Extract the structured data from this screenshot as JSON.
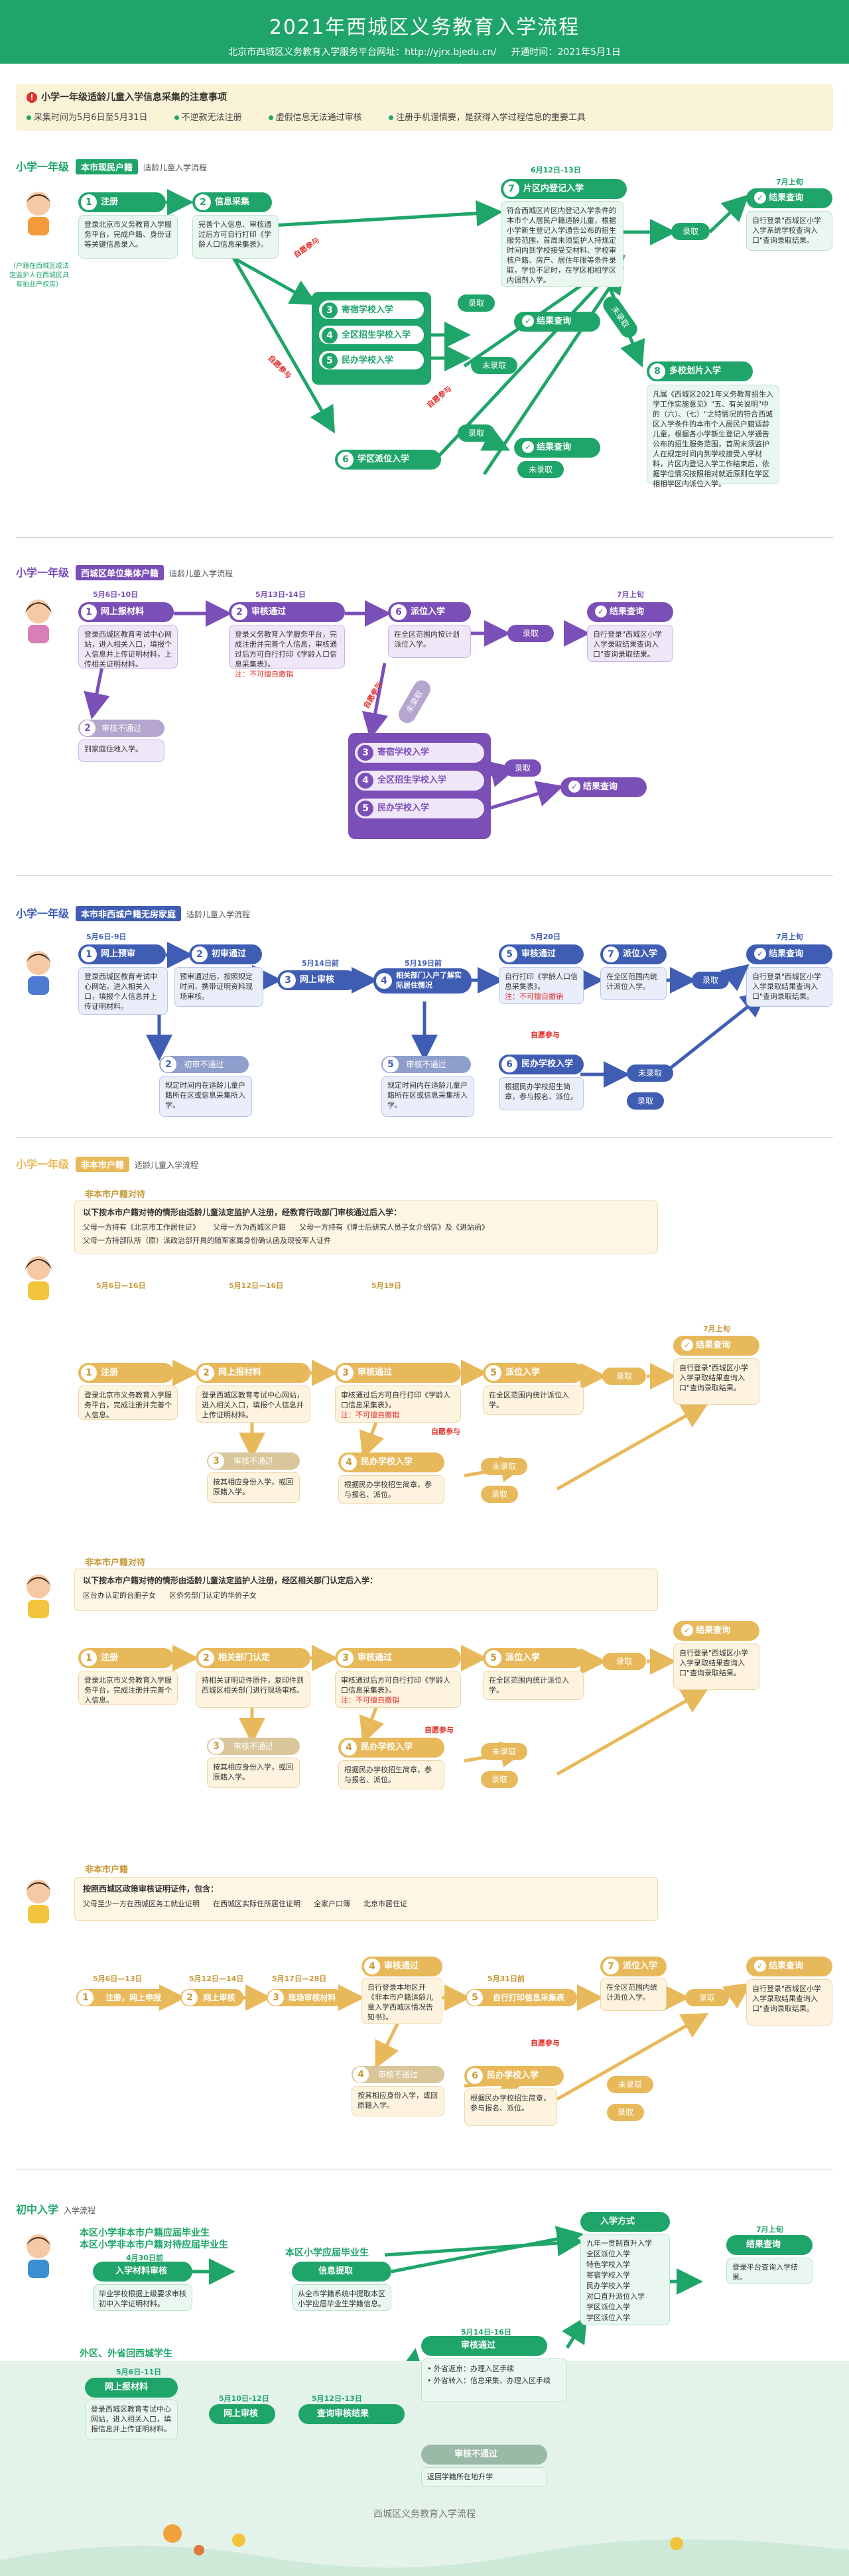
{
  "header": {
    "title": "2021年西城区义务教育入学流程",
    "platform_label": "北京市西城区义务教育入学服务平台网址：",
    "platform_url": "http://yjrx.bjedu.cn/",
    "open_label": "开通时间：",
    "open_date": "2021年5月1日"
  },
  "notice": {
    "title": "小学一年级适龄儿童入学信息采集的注意事项",
    "items": [
      "采集时间为5月6日至5月31日",
      "不逆款无法注册",
      "虚假信息无法通过审核",
      "注册手机谨慎要，是获得入学过程信息的重要工具"
    ]
  },
  "s1": {
    "title": "小学一年级",
    "tag": "本市现民户籍",
    "note": "适龄儿童入学流程",
    "avatar_caption": "（户籍在西城区或法定监护人在西城区具有拍业产权房）",
    "steps": {
      "register": "注册",
      "register_desc": "登录北京市义务教育入学服务平台，完成户籍、身份证等关键信息录入。",
      "collect": "信息采集",
      "collect_desc": "完善个人信息、审核通过后方可自行打印《学龄人口信息采集表》。",
      "date7": "6月12日-13日",
      "district": "片区内登记入学",
      "district_desc": "符合西城区片区内登记入学条件的本市个人居民户籍适龄儿童，根据小学新生登记入学通告公布的招生服务范围，首周末须监护人持规定时间内到学校接受交材料、学校审核户籍、房产、居住年限等条件录取，学位不足时，在学区相相学区内调剂入学。",
      "enroll": "录取",
      "result_date": "7月上旬",
      "result": "结果查询",
      "result_desc": "自行登录\"西城区小学入学系统学校查询入口\"查询录取结果。",
      "boarding": "寄宿学校入学",
      "citywide": "全区招生学校入学",
      "private": "民办学校入学",
      "admitted": "录取",
      "not_admitted": "未录取",
      "query": "结果查询",
      "school_district": "学区派位入学",
      "multi": "多校划片入学",
      "multi_desc": "凡属《西城区2021年义务教育招生入学工作实施意见》\"五、有关说明\"中的（六）、（七）\"之特情况的符合西城区入学条件的本市个人居民户籍适龄儿童，根据各小学新生登记入学通告公布的招生服务范围，首周末须监护人在规定时间内到学校接受入学材料，片区内登记入学工作结束后，依据学位情况按照相对就近原则在学区相相学区内派位入学。",
      "voluntary": "自愿参与",
      "not_admitted2": "未录取",
      "admitted2": "录取"
    }
  },
  "s2": {
    "title": "小学一年级",
    "tag": "西城区单位集体户籍",
    "note": "适龄儿童入学流程",
    "date1": "5月6日-10日",
    "online": "网上报材料",
    "online_desc": "登录西城区教育考试中心网站，进入相关入口，填报个人信息并上传证明材料，上传相关证明材料。",
    "date2": "5月13日-14日",
    "review": "审核通过",
    "review_desc": "登录义务教育入学服务平台，完成注册并完善个人信息，审核通过后方可自行打印《学龄人口信息采集表》。",
    "review_note": "注：不可擅自撤销",
    "assign": "派位入学",
    "assign_desc": "在全区范围内按计划派位入学。",
    "enroll": "录取",
    "result_date": "7月上旬",
    "result": "结果查询",
    "result_desc": "自行登录\"西城区小学入学录取结果查询入口\"查询录取结果。",
    "fail": "审核不通过",
    "fail_desc": "到家庭住地入学。",
    "voluntary": "自愿参与",
    "not_admitted": "未录取",
    "boarding": "寄宿学校入学",
    "citywide": "全区招生学校入学",
    "private": "民办学校入学",
    "admitted": "录取",
    "query": "结果查询"
  },
  "s3": {
    "title": "小学一年级",
    "tag": "本市非西城户籍无房家庭",
    "note": "适龄儿童入学流程",
    "date1": "5月6日-9日",
    "online": "网上预审",
    "online_desc": "登录西城区教育考试中心网站，进入相关入口，填报个人信息并上传证明材料。",
    "s2": "初审通过",
    "s2_desc": "预审通过后，按照规定时间，携带证明资料现场审核。",
    "date3": "5月14日前",
    "s3": "网上审核",
    "date4": "5月19日前",
    "s4": "相关部门入户了解实际居住情况",
    "date5": "5月20日",
    "s5": "审核通过",
    "s5_desc": "自行打印《学龄人口信息采集表》。",
    "s5_note": "注：不可擅自撤销",
    "s7": "派位入学",
    "s7_desc": "在全区范围内统计派位入学。",
    "enroll": "录取",
    "result_date": "7月上旬",
    "result": "结果查询",
    "result_desc": "自行登录\"西城区小学入学录取结果查询入口\"查询录取结果。",
    "fail1": "初审不通过",
    "fail1_desc": "规定时间内在适龄儿童户籍所在区或信息采集所入学。",
    "fail2": "审核不通过",
    "fail2_desc": "规定时间内在适龄儿童户籍所在区或信息采集所入学。",
    "voluntary": "自愿参与",
    "private": "民办学校入学",
    "private_desc": "根据民办学校招生简章，参与报名、派位。",
    "not_admitted": "未录取",
    "admitted": "录取"
  },
  "s4": {
    "title": "小学一年级",
    "tag": "非本市户籍",
    "note": "适龄儿童入学流程",
    "a_head": "非本市户籍对待",
    "a_criteria": "以下按本市户籍对待的情形由适龄儿童法定监护人注册，经教育行政部门审核通过后入学：",
    "a_items": [
      "父母一方持有《北京市工作居住证》",
      "父母一方为西城区户籍",
      "父母一方持有《博士后研究人员子女介绍信》及《进站函》",
      "父母一方持部队所（原）派政治部开具的随军家属身份确认函及现役军人证件"
    ],
    "a_d1": "5月6日—16日",
    "a_s1": "注册",
    "a_s1_desc": "登录北京市义务教育入学服务平台，完成注册并完善个人信息。",
    "a_d2": "5月12日—16日",
    "a_s2": "网上报材料",
    "a_s2_desc": "登录西城区教育考试中心网站，进入相关入口，填报个人信息并上传证明材料。",
    "a_d3": "5月19日",
    "a_s3": "审核通过",
    "a_s3_desc": "审核通过后方可自行打印《学龄人口信息采集表》。",
    "a_s3_note": "注：不可擅自撤销",
    "a_s5": "派位入学",
    "a_s5_desc": "在全区范围内统计派位入学。",
    "a_enroll": "录取",
    "a_rdate": "7月上旬",
    "a_result": "结果查询",
    "a_result_desc": "自行登录\"西城区小学入学录取结果查询入口\"查询录取结果。",
    "a_fail": "审核不通过",
    "a_fail_desc": "按其相应身份入学，或回原籍入学。",
    "a_private": "民办学校入学",
    "a_private_desc": "根据民办学校招生简章，参与报名、派位。",
    "a_vol": "自愿参与",
    "a_na": "未录取",
    "a_ad": "录取",
    "b_head": "非本市户籍对待",
    "b_criteria": "以下按本市户籍对待的情形由适龄儿童法定监护人注册，经区相关部门认定后入学：",
    "b_items": [
      "区台办认定的台胞子女",
      "区侨务部门认定的华侨子女"
    ],
    "b_s1": "注册",
    "b_s1_desc": "登录北京市义务教育入学服务平台，完成注册并完善个人信息。",
    "b_s2": "相关部门认定",
    "b_s2_desc": "持相关证明证件原件，复印件到西城区相关部门进行现场审核。",
    "b_s3": "审核通过",
    "b_s3_desc": "审核通过后方可自行打印《学龄人口信息采集表》。",
    "b_s3_note": "注：不可擅自撤销",
    "b_s5": "派位入学",
    "b_s5_desc": "在全区范围内统计派位入学。",
    "b_enroll": "录取",
    "b_result": "结果查询",
    "b_result_desc": "自行登录\"西城区小学入学录取结果查询入口\"查询录取结果。",
    "b_fail": "审核不通过",
    "b_fail_desc": "按其相应身份入学，或回原籍入学。",
    "b_private": "民办学校入学",
    "b_private_desc": "根据民办学校招生简章，参与报名、派位。",
    "b_vol": "自愿参与",
    "b_na": "未录取",
    "b_ad": "录取",
    "c_head": "非本市户籍",
    "c_criteria": "按照西城区政策审核证明证件，包含：",
    "c_items": [
      "父母至少一方在西城区务工就业证明",
      "在西城区实际住所居住证明",
      "全家户口簿",
      "北京市居住证"
    ],
    "c_d1": "5月6日—13日",
    "c_s1": "注册，网上申报",
    "c_d2": "5月12日—14日",
    "c_s2": "网上审核",
    "c_d3": "5月17日—28日",
    "c_s3": "现场审核材料",
    "c_s4": "审核通过",
    "c_s4_desc": "自行登录本地区开《非本市户籍适龄儿童入学西城区情况告知书》。",
    "c_d5": "5月31日前",
    "c_s5": "自行打印信息采集表",
    "c_s7": "派位入学",
    "c_s7_desc": "在全区范围内统计派位入学。",
    "c_enroll": "录取",
    "c_result": "结果查询",
    "c_result_desc": "自行登录\"西城区小学入学录取结果查询入口\"查询录取结果。",
    "c_fail": "审核不通过",
    "c_fail_desc": "按其相应身份入学，或回原籍入学。",
    "c_private": "民办学校入学",
    "c_private_desc": "根据民办学校招生简章，参与报名、派位。",
    "c_vol": "自愿参与",
    "c_na": "未录取",
    "c_ad": "录取"
  },
  "s5": {
    "title": "初中入学",
    "note": "入学流程",
    "group1a": "本区小学非本市户籍应届毕业生",
    "group1b": "本区小学非本市户籍对待应届毕业生",
    "d1": "4月30日前",
    "s1": "入学材料审核",
    "s1_desc": "毕业学校根据上级要求审核初中入学证明材料。",
    "group2": "本区小学应届毕业生",
    "s2": "信息提取",
    "s2_desc": "从全市学籍系统中提取本区小学应届毕业生学籍信息。",
    "way": "入学方式",
    "ways": [
      "九年一贯制直升入学",
      "全区派位入学",
      "特色学校入学",
      "寄宿学校入学",
      "民办学校入学",
      "对口直升派位入学",
      "学区派位入学",
      "学区派位入学"
    ],
    "rdate": "7月上旬",
    "result": "结果查询",
    "result_desc": "登录平台查询入学结果。",
    "group3": "外区、外省回西城学生",
    "d3": "5月6日-11日",
    "s3": "网上报材料",
    "s3_desc": "登录西城区教育考试中心网站，进入相关入口，填报信息并上传证明材料。",
    "d4": "5月10日-12日",
    "s4": "网上审核",
    "d5": "5月12日-13日",
    "s5": "查询审核结果",
    "d6": "5月14日-16日",
    "pass": "审核通过",
    "pass1": "外省返京：办理入区手续",
    "pass2": "外省转入：信息采集、办理入区手续",
    "fail": "审核不通过",
    "fail_desc": "返回学籍所在地升学"
  },
  "footer": {
    "text": "西城区义务教育入学流程"
  }
}
